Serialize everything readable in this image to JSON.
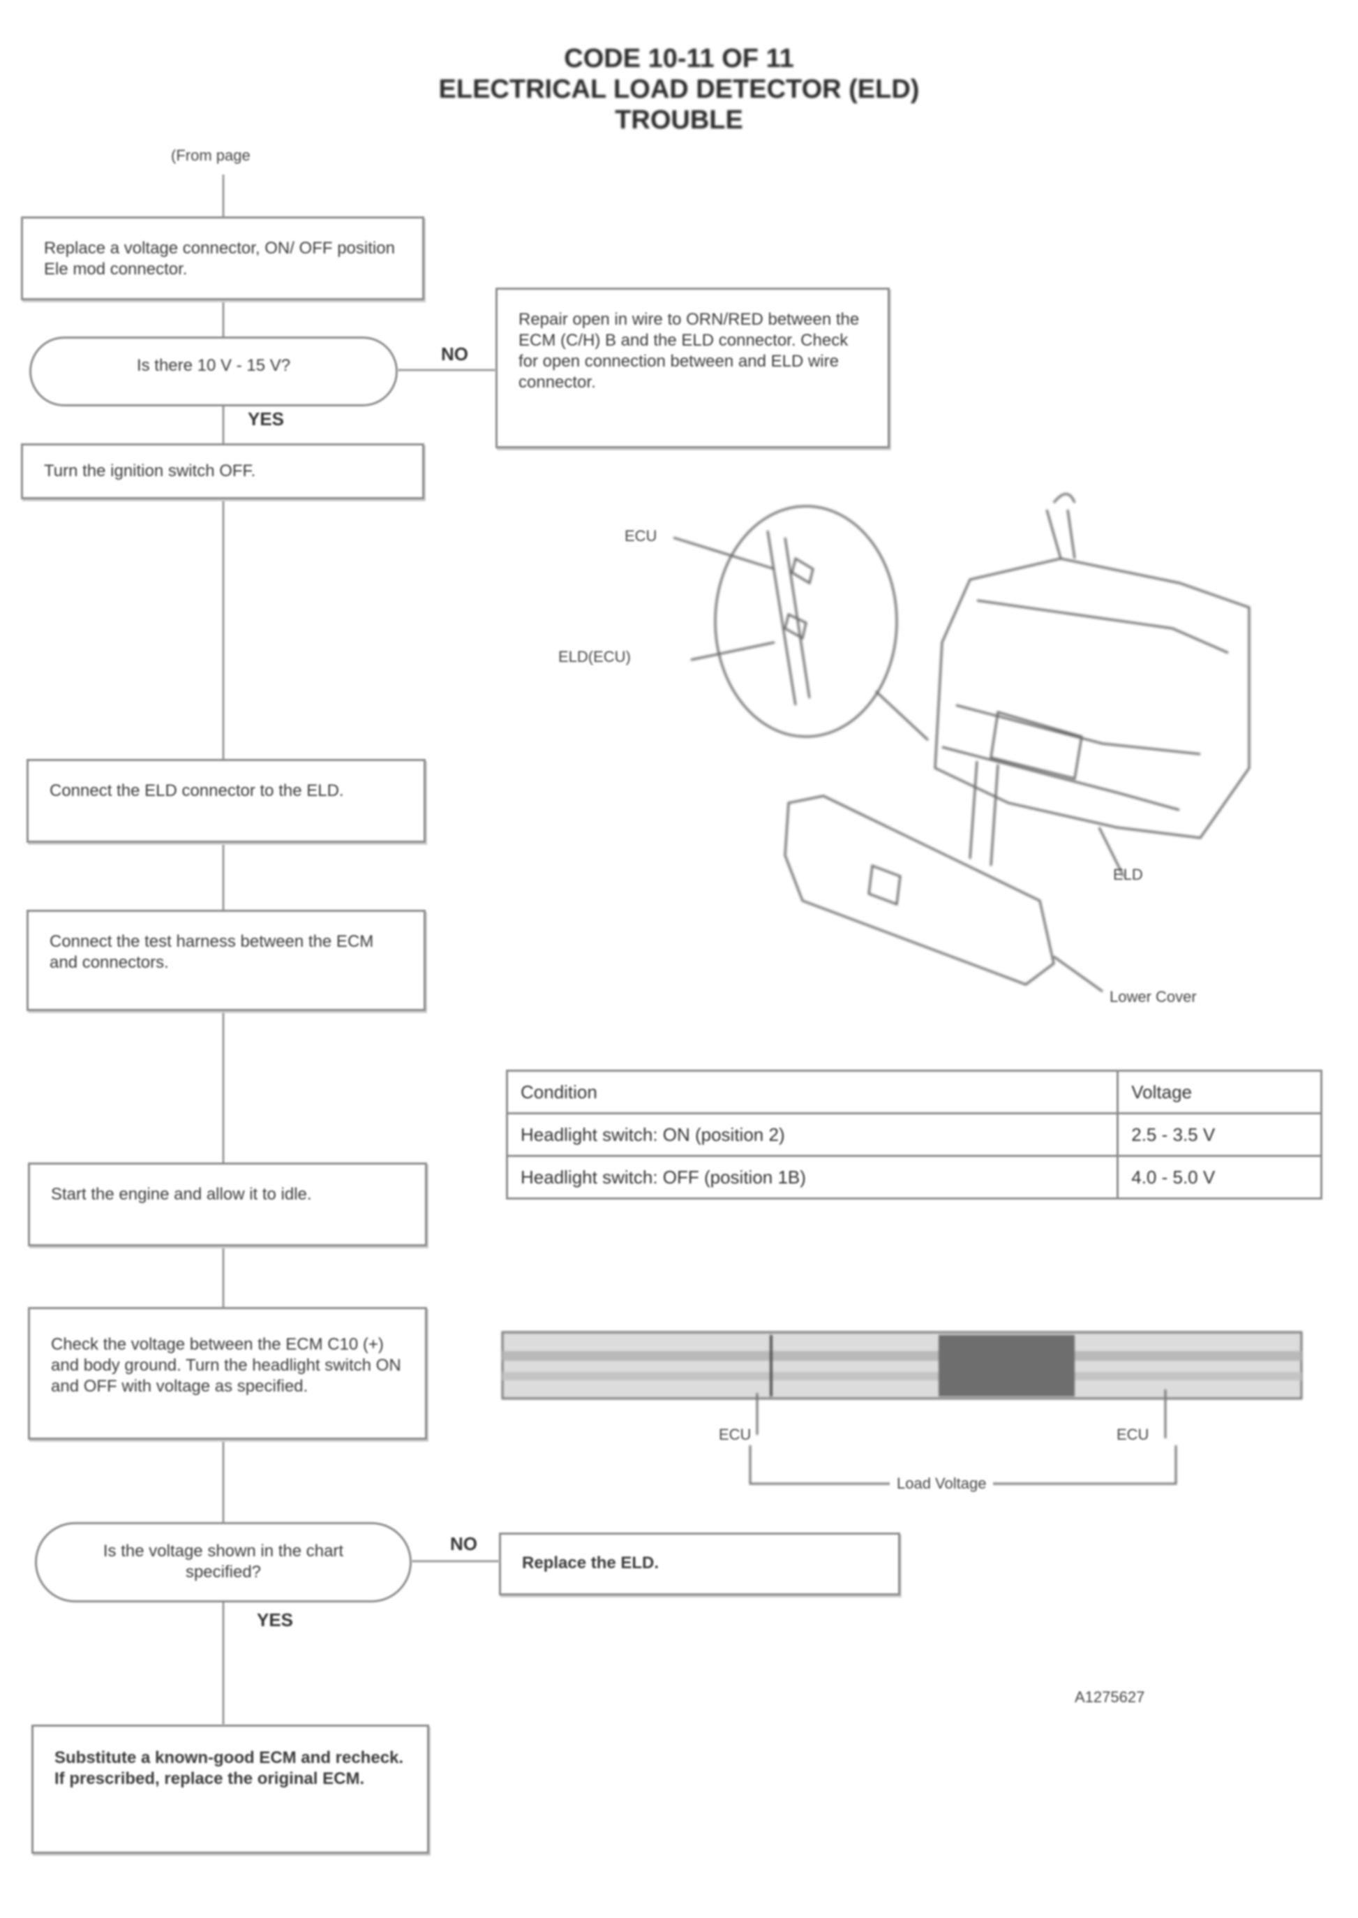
{
  "title": {
    "line1": "CODE 10-11 OF 11",
    "line2": "ELECTRICAL LOAD DETECTOR (ELD)",
    "line3": "TROUBLE"
  },
  "flow": {
    "start_label": "(From page",
    "step1": "Replace a voltage connector, ON/ OFF position Ele mod connector.",
    "decision1": "Is there 10 V - 15 V?",
    "no1_label": "NO",
    "no1_box": "Repair open in wire to ORN/RED between the ECM (C/H) B and the ELD connector. Check for open connection between and ELD wire connector.",
    "yes1_label": "YES",
    "step2": "Turn the ignition switch OFF.",
    "step3": "Connect the ELD connector to the ELD.",
    "step4": "Connect the test harness between the ECM and connectors.",
    "step5": "Start the engine and allow it to idle.",
    "step6": "Check the voltage between the ECM C10 (+) and body ground. Turn the headlight switch ON and OFF with voltage as specified.",
    "decision2": "Is the voltage shown in the chart specified?",
    "no2_label": "NO",
    "no2_box": "Replace the ELD.",
    "yes2_label": "YES",
    "final": "Substitute a known-good ECM and recheck. If prescribed, replace the original ECM."
  },
  "figure": {
    "label_ecu": "ECU",
    "label_connector": "ELD(ECU)",
    "label_ground": "Lower Cover",
    "label_ref": "ELD"
  },
  "spec_table": {
    "headers": [
      "Condition",
      "Voltage"
    ],
    "rows": [
      [
        "Headlight switch: ON (position 2)",
        "2.5 - 3.5 V"
      ],
      [
        "Headlight switch: OFF (position 1B)",
        "4.0 - 5.0 V"
      ]
    ]
  },
  "connector": {
    "label_left": "ECU",
    "label_right": "ECU",
    "label_bottom": "Load Voltage"
  },
  "figure_code": "A1275627"
}
